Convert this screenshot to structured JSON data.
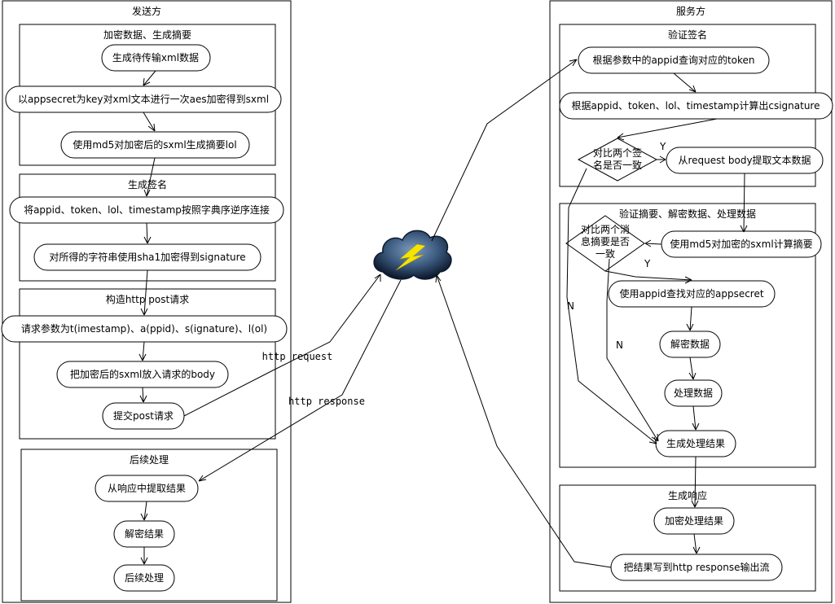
{
  "sender": {
    "title": "发送方",
    "encrypt_group": {
      "title": "加密数据、生成摘要",
      "step1": "生成待传输xml数据",
      "step2": "以appsecret为key对xml文本进行一次aes加密得到sxml",
      "step3": "使用md5对加密后的sxml生成摘要lol"
    },
    "sign_group": {
      "title": "生成签名",
      "step1": "将appid、token、lol、timestamp按照字典序逆序连接",
      "step2": "对所得的字符串使用sha1加密得到signature"
    },
    "post_group": {
      "title": "构造http post请求",
      "step1": "请求参数为t(imestamp)、a(ppid)、s(ignature)、l(ol)",
      "step2": "把加密后的sxml放入请求的body",
      "step3": "提交post请求"
    },
    "after_group": {
      "title": "后续处理",
      "step1": "从响应中提取结果",
      "step2": "解密结果",
      "step3": "后续处理"
    }
  },
  "network": {
    "icon": "cloud-lightning-icon",
    "request_label": "http request",
    "response_label": "http response"
  },
  "server": {
    "title": "服务方",
    "verify_sign_group": {
      "title": "验证签名",
      "step1": "根据参数中的appid查询对应的token",
      "step2": "根据appid、token、lol、timestamp计算出csignature",
      "decision_line1": "对比两个签",
      "decision_line2": "名是否一致",
      "step3": "从request body提取文本数据",
      "yes": "Y",
      "no": "N"
    },
    "verify_digest_group": {
      "title": "验证摘要、解密数据、处理数据",
      "decision_line1": "对比两个消",
      "decision_line2": "息摘要是否",
      "decision_line3": "一致",
      "step1": "使用md5对加密的sxml计算摘要",
      "step2": "使用appid查找对应的appsecret",
      "step3": "解密数据",
      "step4": "处理数据",
      "step5": "生成处理结果",
      "yes": "Y",
      "no": "N"
    },
    "response_group": {
      "title": "生成响应",
      "step1": "加密处理结果",
      "step2": "把结果写到http response输出流"
    }
  },
  "colors": {
    "cloud_dark": "#0d1a2e",
    "cloud_mid": "#3b5a7e",
    "cloud_light": "#7f9cbf",
    "lightning": "#f5e400"
  }
}
